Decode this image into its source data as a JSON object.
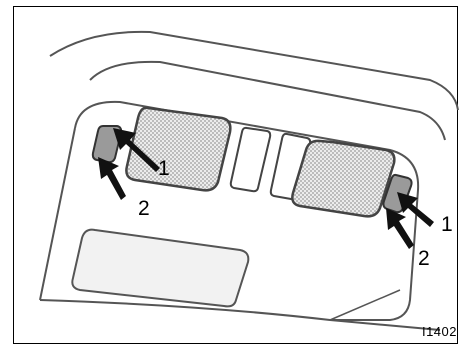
{
  "figure": {
    "callouts": {
      "left_1": "1",
      "left_2": "2",
      "right_1": "1",
      "right_2": "2"
    },
    "figure_id": "I1402"
  },
  "colors": {
    "line": "#4a4a4a",
    "lens_fill": "#d9d9d9",
    "arrow": "#111111"
  },
  "icons": {
    "arrow_left_1": "press-arrow-icon",
    "arrow_left_2": "press-arrow-icon",
    "arrow_right_1": "press-arrow-icon",
    "arrow_right_2": "press-arrow-icon"
  }
}
